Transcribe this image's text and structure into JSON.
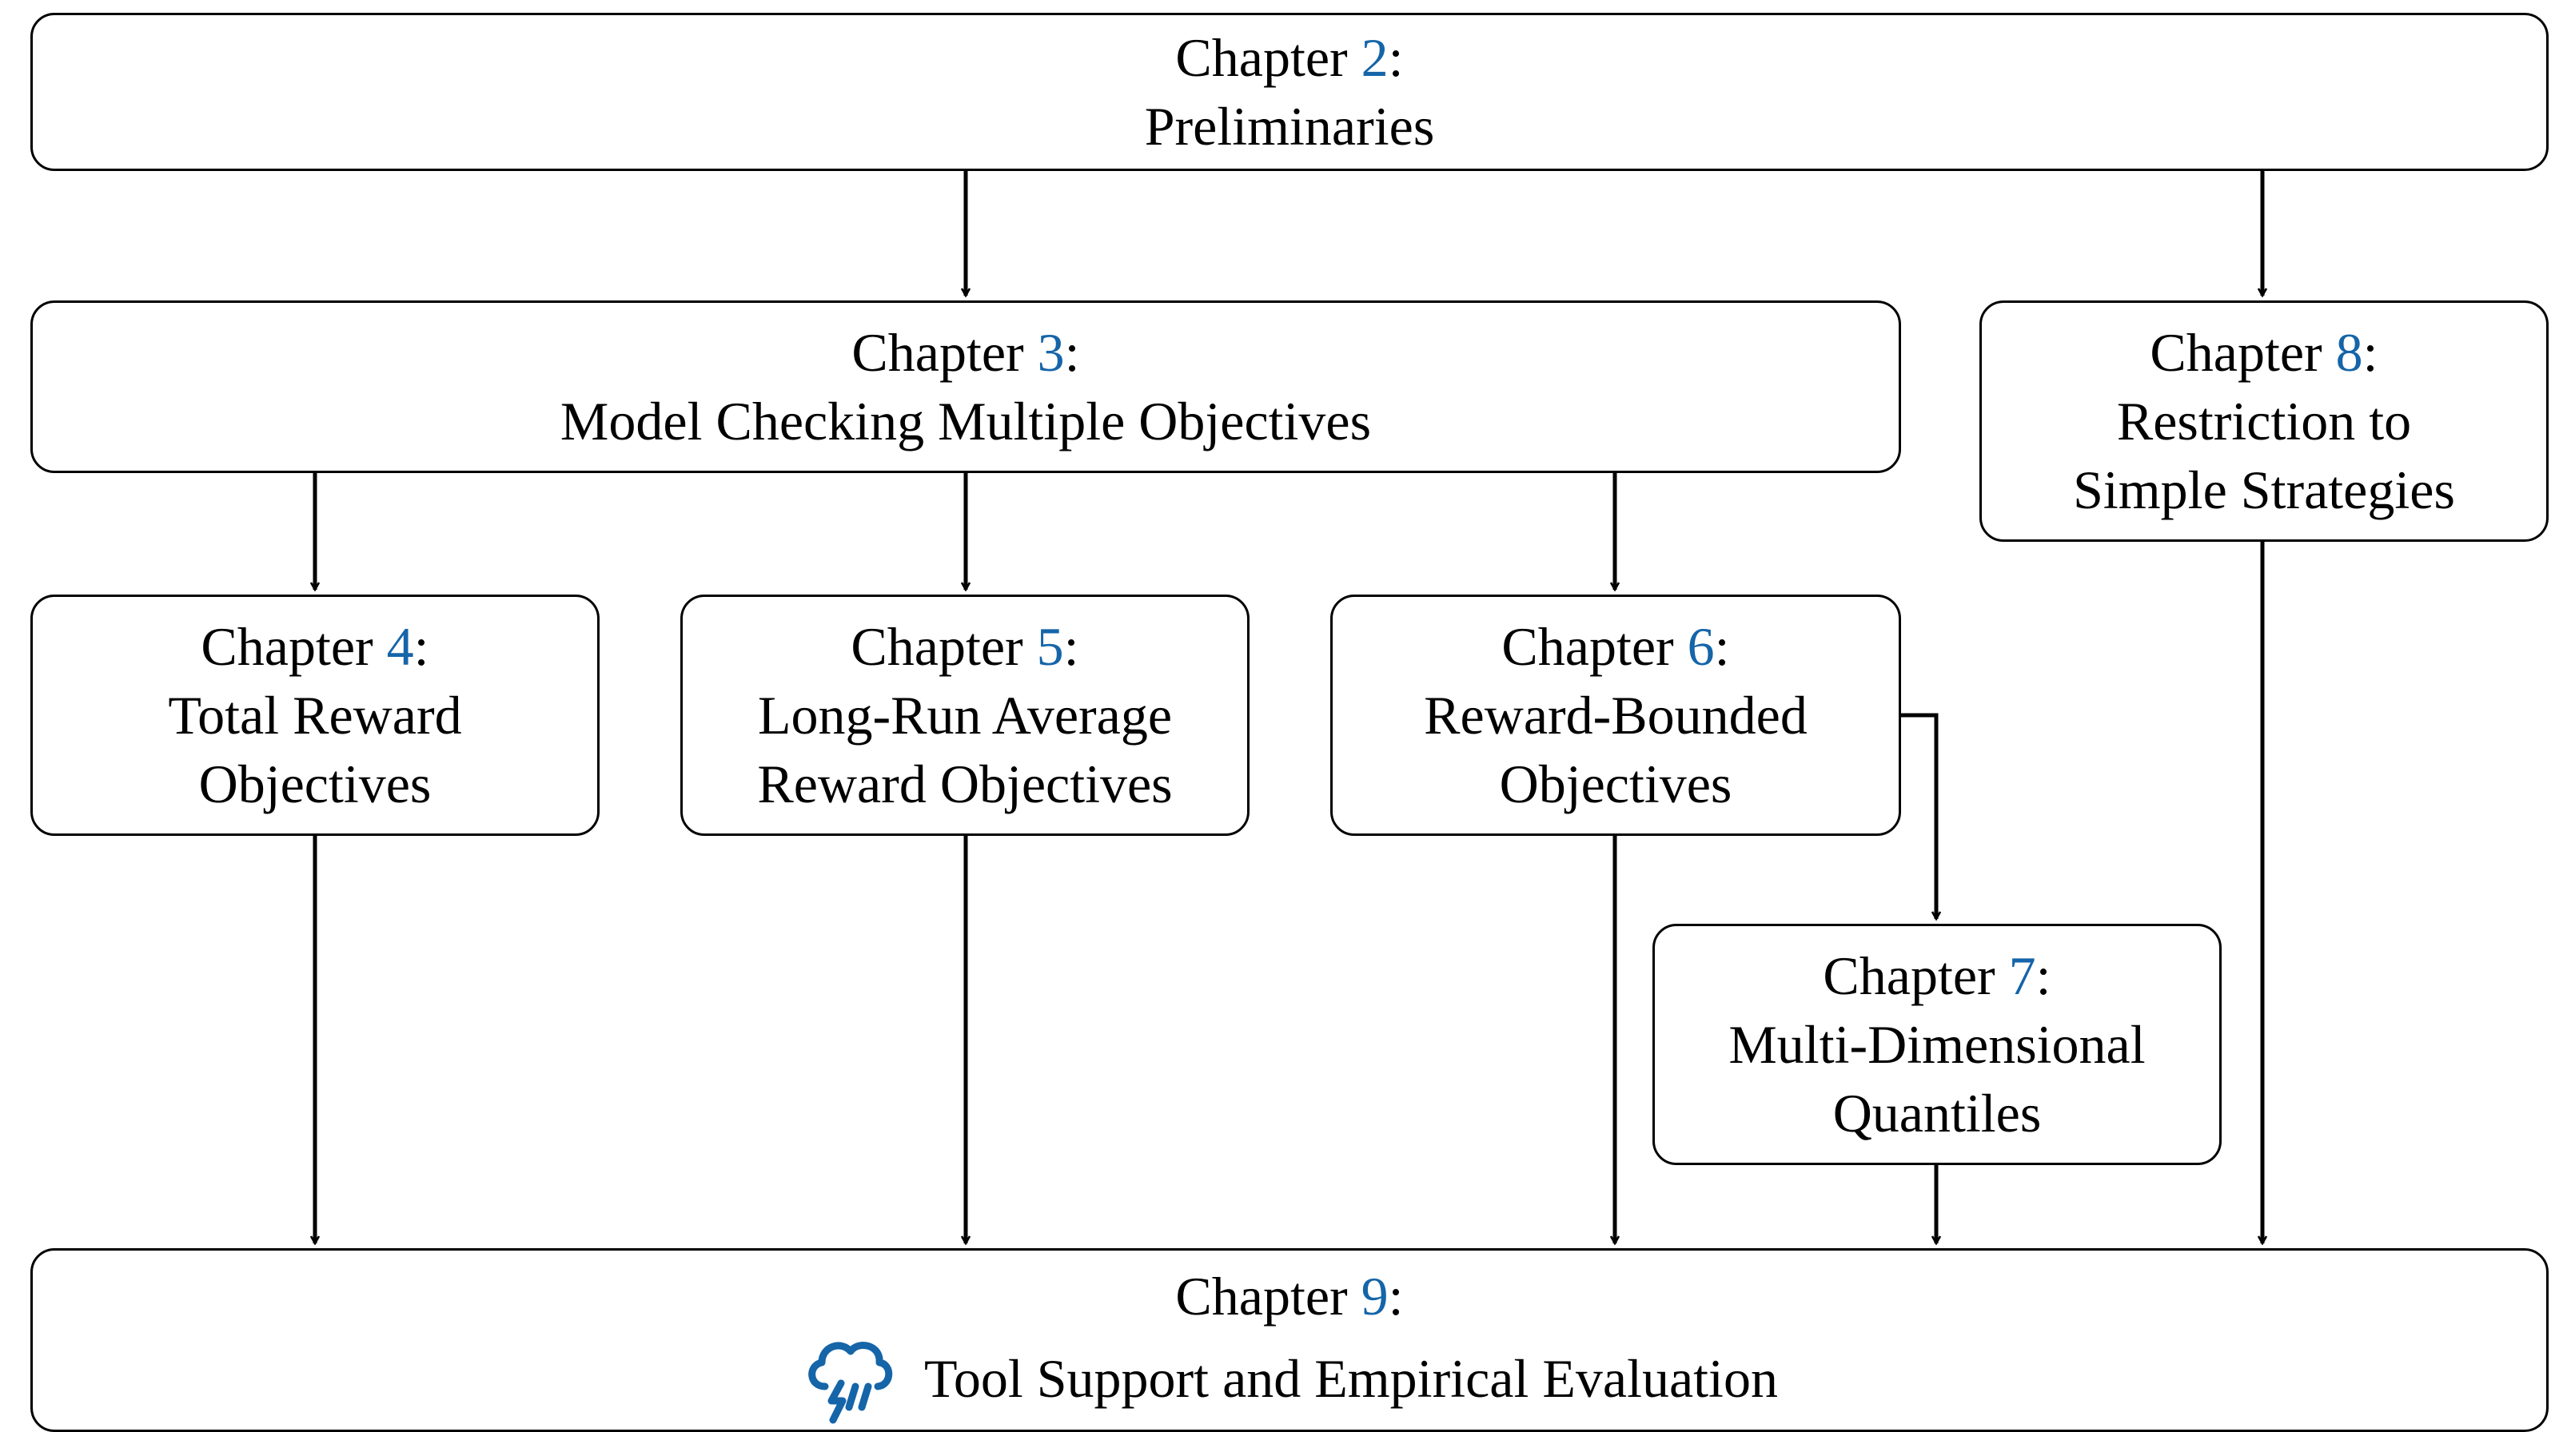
{
  "chapters": {
    "c2": {
      "word": "Chapter",
      "num": "2",
      "title": [
        "Preliminaries"
      ]
    },
    "c3": {
      "word": "Chapter",
      "num": "3",
      "title": [
        "Model Checking Multiple Objectives"
      ]
    },
    "c4": {
      "word": "Chapter",
      "num": "4",
      "title": [
        "Total Reward",
        "Objectives"
      ]
    },
    "c5": {
      "word": "Chapter",
      "num": "5",
      "title": [
        "Long-Run Average",
        "Reward Objectives"
      ]
    },
    "c6": {
      "word": "Chapter",
      "num": "6",
      "title": [
        "Reward-Bounded",
        "Objectives"
      ]
    },
    "c7": {
      "word": "Chapter",
      "num": "7",
      "title": [
        "Multi-Dimensional",
        "Quantiles"
      ]
    },
    "c8": {
      "word": "Chapter",
      "num": "8",
      "title": [
        "Restriction to",
        "Simple Strategies"
      ]
    },
    "c9": {
      "word": "Chapter",
      "num": "9",
      "title": [
        "Tool Support and Empirical Evaluation"
      ],
      "icon": "storm-cloud-icon"
    }
  },
  "edges": [
    [
      "c2",
      "c3"
    ],
    [
      "c2",
      "c8"
    ],
    [
      "c3",
      "c4"
    ],
    [
      "c3",
      "c5"
    ],
    [
      "c3",
      "c6"
    ],
    [
      "c6",
      "c7"
    ],
    [
      "c4",
      "c9"
    ],
    [
      "c5",
      "c9"
    ],
    [
      "c6",
      "c9"
    ],
    [
      "c7",
      "c9"
    ],
    [
      "c8",
      "c9"
    ]
  ],
  "colors": {
    "chapter_number": "#1565a8",
    "stroke": "#000000"
  }
}
